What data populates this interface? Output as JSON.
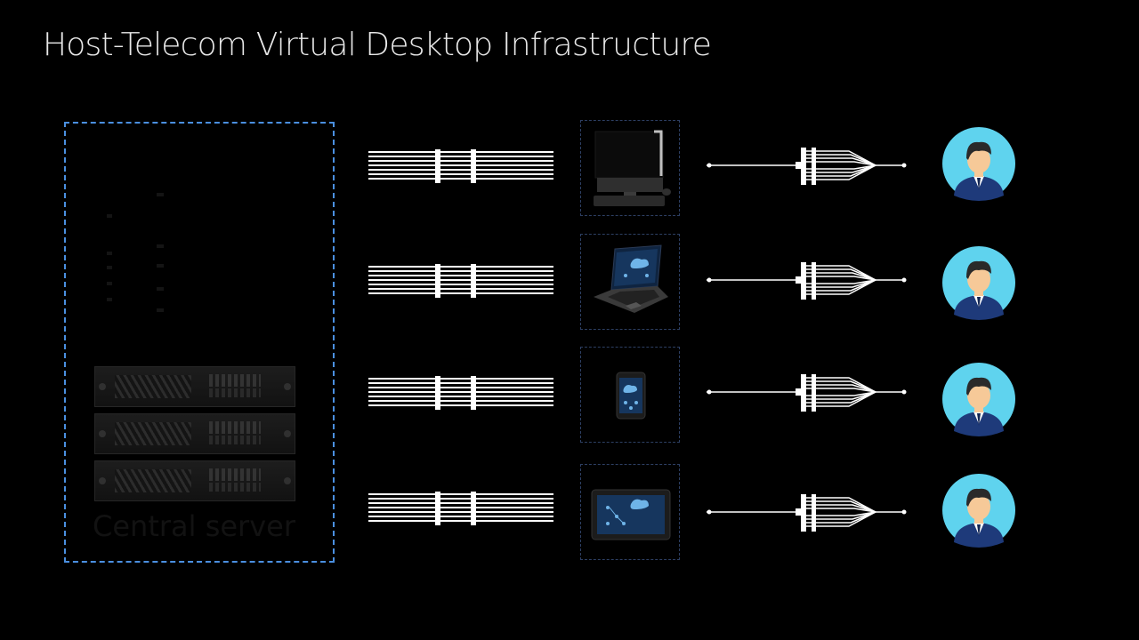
{
  "title": "Host-Telecom Virtual Desktop Infrastructure",
  "server": {
    "label": "Central server",
    "racks": 3
  },
  "colors": {
    "background": "#000000",
    "title": "#e8e8e8",
    "server_border": "#4a8fe0",
    "device_border": "#2d3f63",
    "link": "#ffffff",
    "avatar_bg": "#5fd3ee",
    "suit": "#1e3a7a",
    "skin": "#f6c998",
    "hair": "#2a2a2a"
  },
  "rows": [
    {
      "device": "desktop-computer",
      "user": "user"
    },
    {
      "device": "laptop",
      "user": "user"
    },
    {
      "device": "smartphone",
      "user": "user"
    },
    {
      "device": "tablet",
      "user": "user"
    }
  ]
}
